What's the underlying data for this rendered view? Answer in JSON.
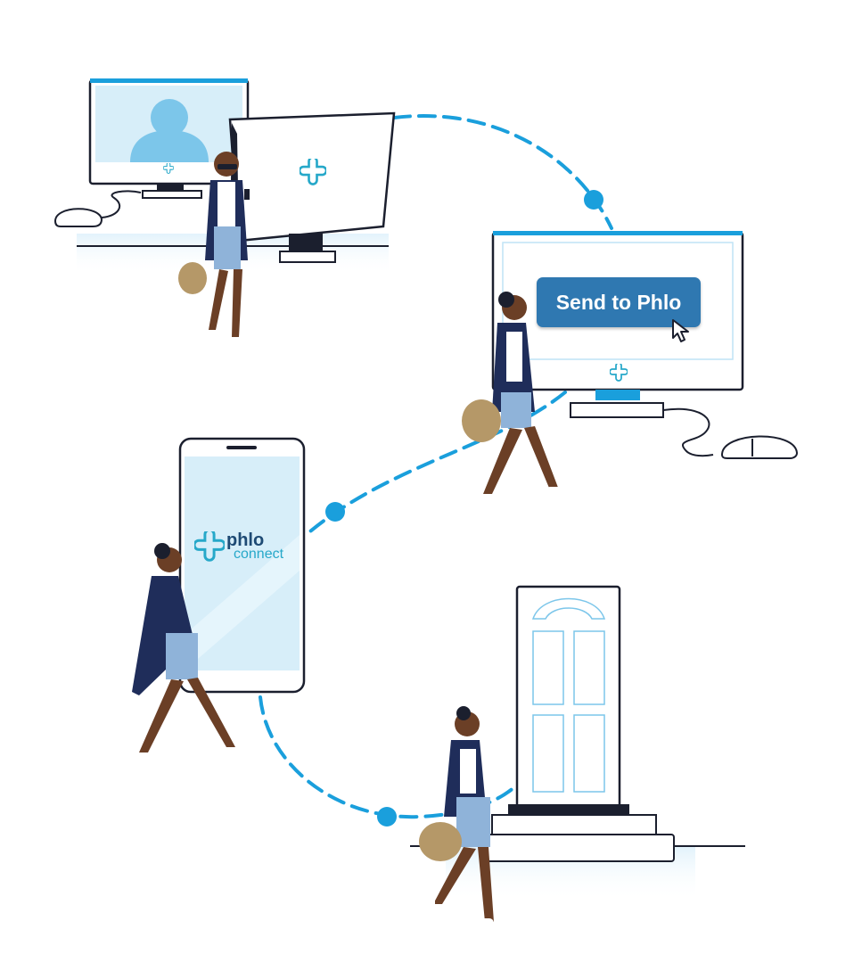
{
  "button": {
    "label": "Send to Phlo"
  },
  "phone_logo": {
    "word1": "phlo",
    "word2": "connect"
  },
  "colors": {
    "brand_blue": "#2f78b1",
    "path_blue": "#1a9fdc",
    "teal": "#26a8c9",
    "navy": "#1e4a74",
    "outline": "#1b1f2e",
    "screen_light": "#d7eef9",
    "person_jacket": "#1f2d5a",
    "person_shorts": "#8fb3d9",
    "person_skin": "#6b3f26",
    "bag": "#b59868"
  },
  "icons": [
    "phlo-cross-icon",
    "cursor-arrow-icon",
    "user-avatar-icon",
    "mouse-icon"
  ]
}
